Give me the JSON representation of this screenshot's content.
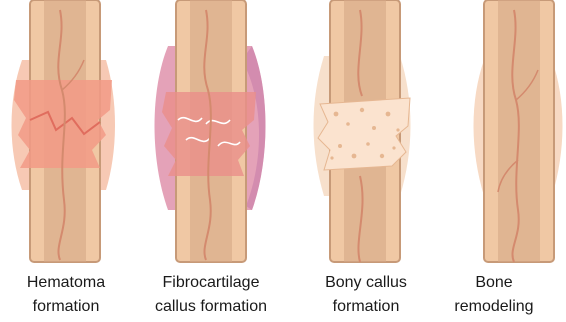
{
  "stages": [
    {
      "line1": "Hematoma",
      "line2": "formation"
    },
    {
      "line1": "Fibrocartilage",
      "line2": "callus formation"
    },
    {
      "line1": "Bony callus",
      "line2": "formation"
    },
    {
      "line1": "Bone",
      "line2": "remodeling"
    }
  ],
  "colors": {
    "bone_shaft": "#f0c8a4",
    "bone_edge": "#c79a78",
    "marrow_band": "#d6a887",
    "vessel": "#d48a6e",
    "hematoma": "#f29a86",
    "fibrocartilage_outer": "#e4a2b8",
    "fibrocartilage_inner": "#ea8f8a",
    "fibrocartilage_dark": "#c47aa8",
    "bony_callus": "#fbe3cf",
    "bony_callus_spots": "#e6b792",
    "remodel_swelling": "#f7d9c3"
  }
}
